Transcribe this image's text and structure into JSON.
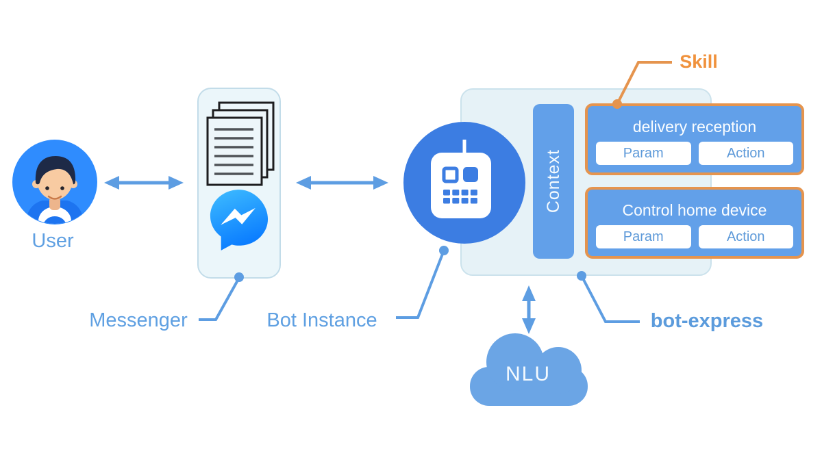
{
  "diagram": {
    "nodes": {
      "user": {
        "label": "User"
      },
      "messenger": {
        "label": "Messenger"
      },
      "bot_instance": {
        "label": "Bot Instance"
      },
      "bot_express": {
        "label": "bot-express"
      },
      "context": {
        "label": "Context"
      },
      "nlu": {
        "label": "NLU"
      },
      "skill_callout": {
        "label": "Skill"
      }
    },
    "skills": [
      {
        "title": "delivery reception",
        "param_label": "Param",
        "action_label": "Action"
      },
      {
        "title": "Control home device",
        "param_label": "Param",
        "action_label": "Action"
      }
    ],
    "icons": [
      "user-avatar",
      "documents-icon",
      "messenger-logo-icon",
      "robot-icon",
      "cloud-icon"
    ],
    "colors": {
      "blue_circle": "#3C7DE2",
      "blue_block": "#62A0E9",
      "blue_label": "#5FA0E2",
      "blue_arrow": "#5D9DE2",
      "orange_accent": "#E5944E",
      "orange_text": "#F0923D",
      "container_bg": "#E6F2F7",
      "messenger_box_bg": "#EBF6FA",
      "cloud_blue": "#6BA5E5",
      "avatar_bg": "#2F8CFE"
    }
  }
}
